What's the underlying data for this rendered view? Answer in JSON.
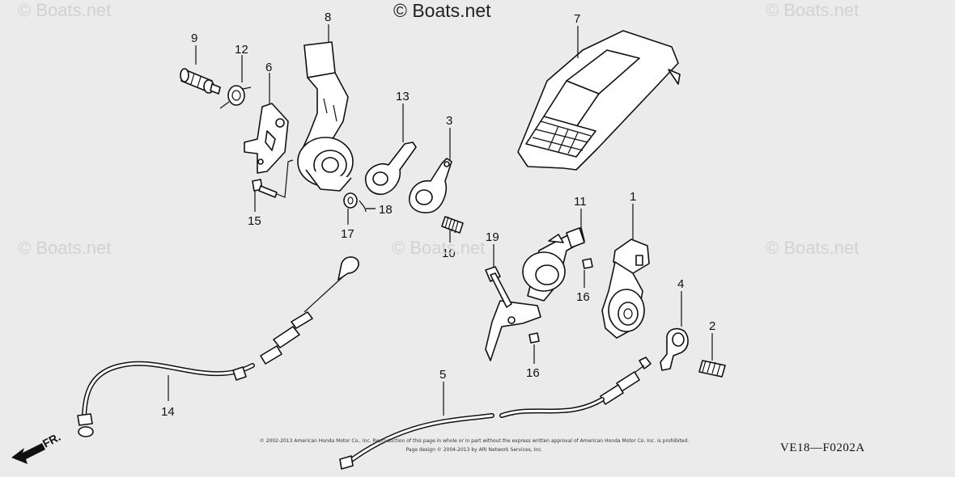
{
  "watermarks": {
    "main": "© Boats.net",
    "corner": "© Boats.net"
  },
  "diagram_code": "VE18—F0202A",
  "direction_label": "FR.",
  "copyright_line1": "© 2002-2013 American Honda Motor Co., Inc. Reproduction of this page in whole or in part without the express written approval of American Honda Motor Co. Inc. is prohibited.",
  "copyright_line2": "Page design © 2004-2013 by ARI Network Services, Inc.",
  "callouts": {
    "n1": "1",
    "n2": "2",
    "n3": "3",
    "n4": "4",
    "n5": "5",
    "n6": "6",
    "n7": "7",
    "n8": "8",
    "n9": "9",
    "n10": "10",
    "n11": "11",
    "n12": "12",
    "n13": "13",
    "n14": "14",
    "n15": "15",
    "n16a": "16",
    "n16b": "16",
    "n17": "17",
    "n18": "18",
    "n19": "19"
  }
}
